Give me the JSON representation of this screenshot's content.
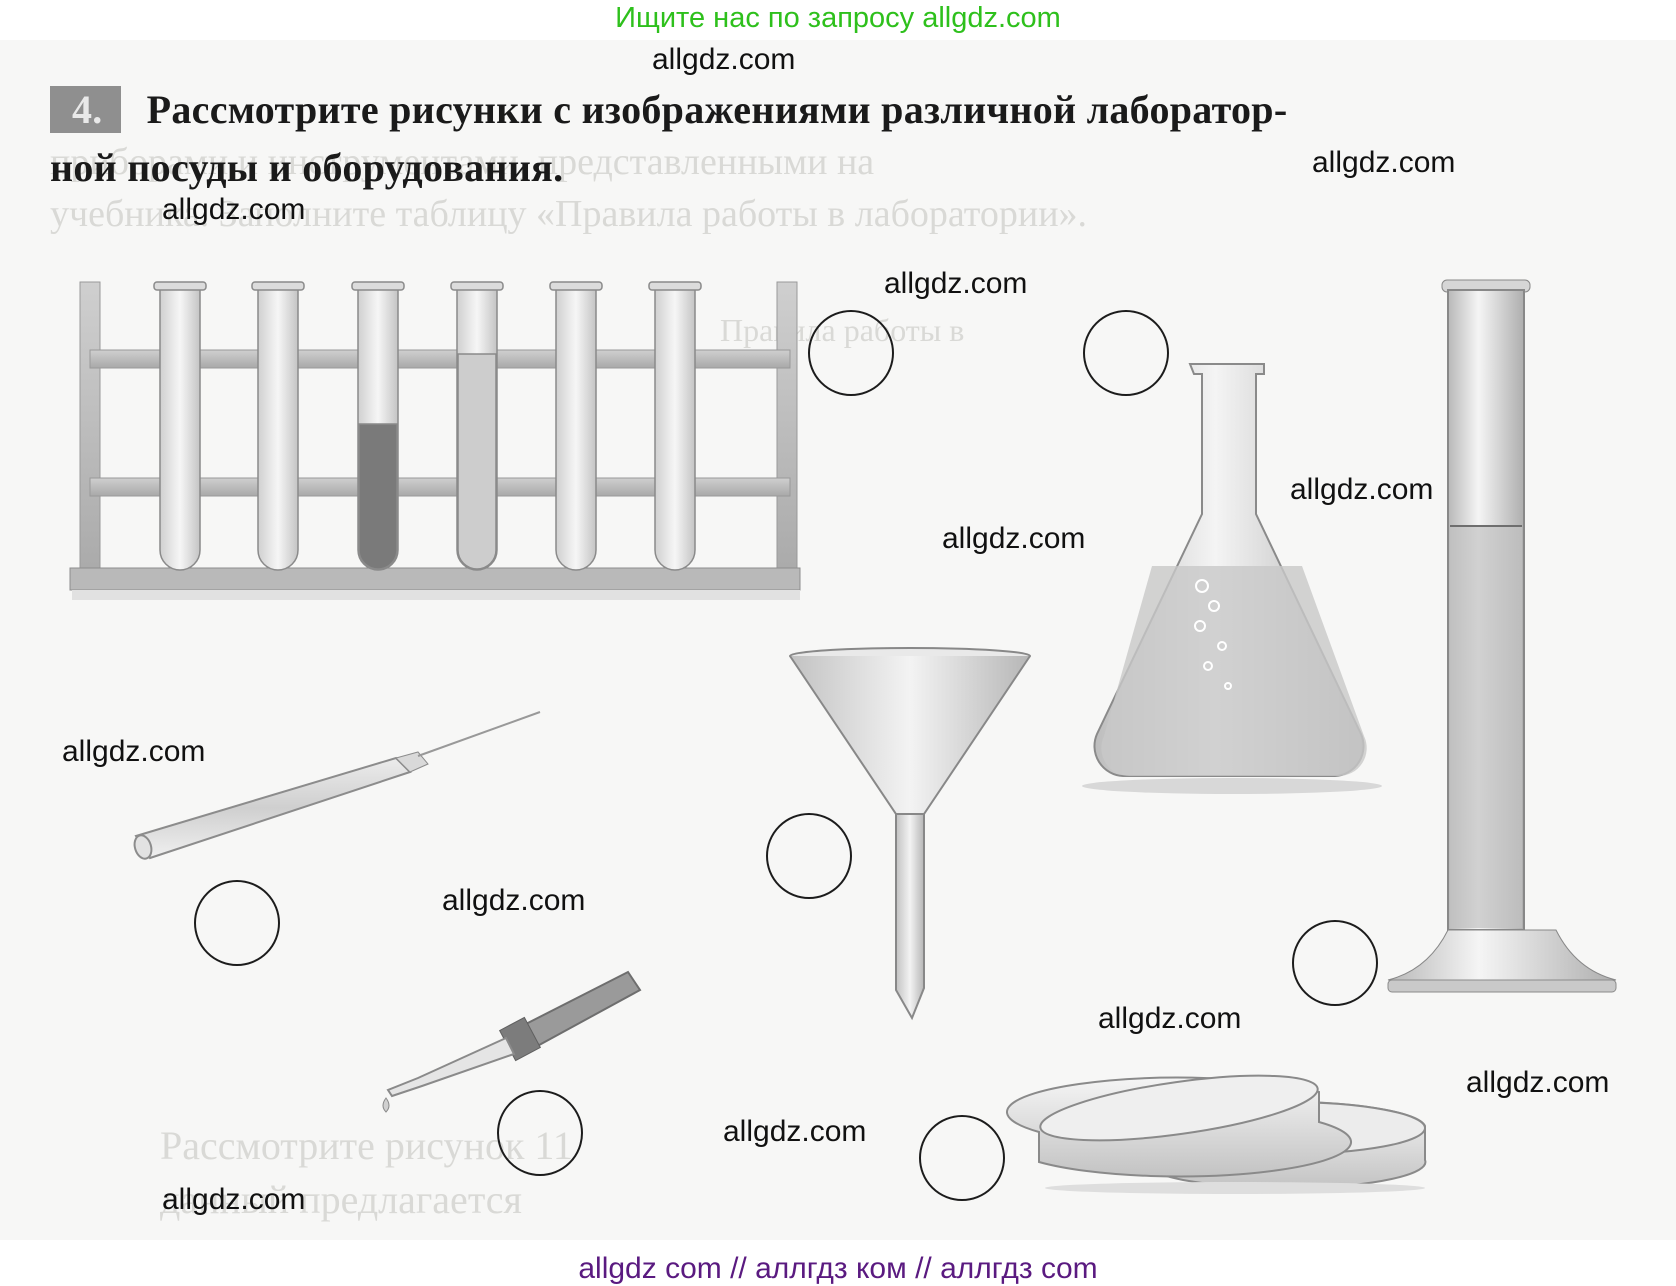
{
  "banner": "Ищите нас по запросу allgdz.com",
  "task": {
    "number": "4.",
    "line1": "Рассмотрите рисунки с изображениями различной лаборатор-",
    "line2": "ной посуды и оборудования."
  },
  "background_text": {
    "line_a": "приборами и инструментами, представленными на",
    "line_b": "учебника. Заполните таблицу «Правила работы в лаборатории».",
    "heading": "Правила работы в",
    "line_c": "Рассмотрите рисунок 11",
    "line_d": "данный предлагается"
  },
  "watermarks": [
    "allgdz.com",
    "allgdz.com",
    "allgdz.com",
    "allgdz.com",
    "allgdz.com",
    "allgdz.com",
    "allgdz.com",
    "allgdz.com",
    "allgdz.com",
    "allgdz.com",
    "allgdz.com",
    "allgdz.com"
  ],
  "footer": "allgdz com  //  аллгдз ком  //  аллгдз com",
  "colors": {
    "banner": "#2ec01c",
    "footer": "#5a1a80",
    "number_box": "#8f8f8f"
  },
  "illustrations": [
    "test-tube-rack",
    "glass-rod",
    "pipette",
    "funnel",
    "conical-flask",
    "graduated-cylinder",
    "petri-dish"
  ]
}
